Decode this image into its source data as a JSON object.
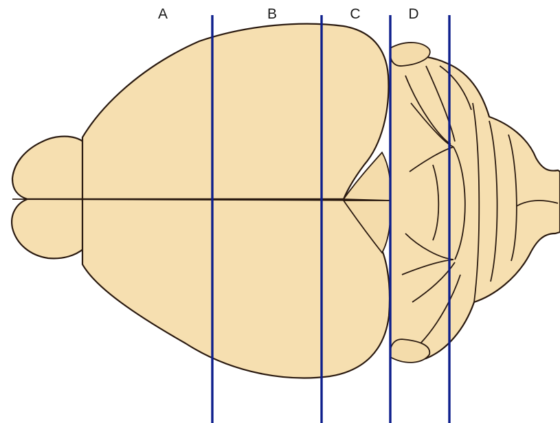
{
  "figure": {
    "background": "#ffffff",
    "tissue_color": "#f6dfb0",
    "outline_color": "#2a1a10",
    "line_color": "#0d1e8c"
  },
  "sections": [
    {
      "id": "A",
      "label": "A"
    },
    {
      "id": "B",
      "label": "B"
    },
    {
      "id": "C",
      "label": "C"
    },
    {
      "id": "D",
      "label": "D"
    }
  ]
}
